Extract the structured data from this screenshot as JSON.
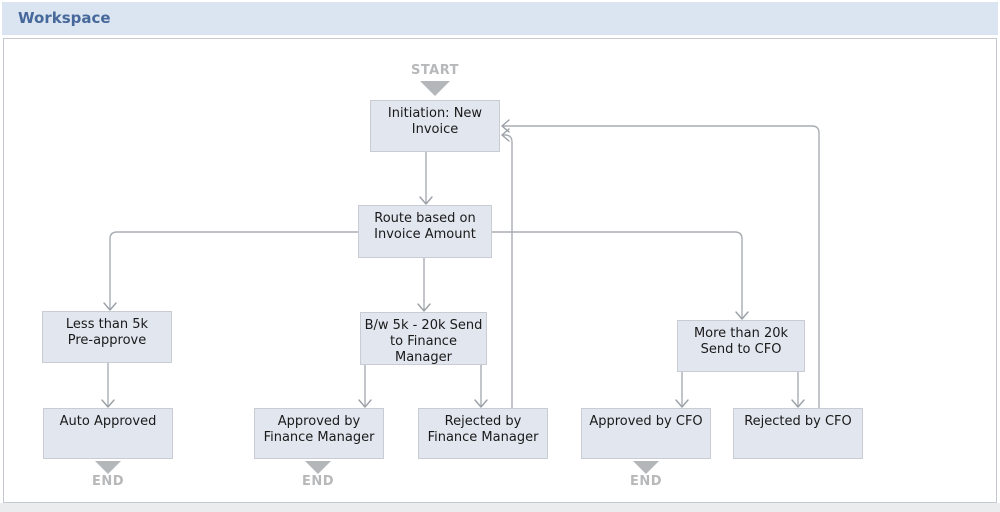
{
  "header": {
    "title": "Workspace"
  },
  "flow": {
    "start_label": "START",
    "end_label": "END",
    "nodes": {
      "initiation": {
        "label": "Initiation: New\nInvoice"
      },
      "route": {
        "label": "Route based on\nInvoice Amount"
      },
      "less_than_5k": {
        "label": "Less than 5k\nPre-approve"
      },
      "between_5k_20k": {
        "label": "B/w 5k - 20k Send\nto Finance\nManager"
      },
      "more_than_20k": {
        "label": "More than 20k\nSend to CFO"
      },
      "auto_approved": {
        "label": "Auto Approved"
      },
      "approved_fm": {
        "label": "Approved by\nFinance Manager"
      },
      "rejected_fm": {
        "label": "Rejected by\nFinance Manager"
      },
      "approved_cfo": {
        "label": "Approved by CFO"
      },
      "rejected_cfo": {
        "label": "Rejected by CFO"
      }
    },
    "edges": [
      {
        "from": "start",
        "to": "initiation"
      },
      {
        "from": "initiation",
        "to": "route"
      },
      {
        "from": "route",
        "to": "less_than_5k"
      },
      {
        "from": "route",
        "to": "between_5k_20k"
      },
      {
        "from": "route",
        "to": "more_than_20k"
      },
      {
        "from": "less_than_5k",
        "to": "auto_approved"
      },
      {
        "from": "between_5k_20k",
        "to": "approved_fm"
      },
      {
        "from": "between_5k_20k",
        "to": "rejected_fm"
      },
      {
        "from": "more_than_20k",
        "to": "approved_cfo"
      },
      {
        "from": "more_than_20k",
        "to": "rejected_cfo"
      },
      {
        "from": "rejected_fm",
        "to": "initiation"
      },
      {
        "from": "rejected_cfo",
        "to": "initiation"
      },
      {
        "from": "auto_approved",
        "to": "end"
      },
      {
        "from": "approved_fm",
        "to": "end"
      },
      {
        "from": "approved_cfo",
        "to": "end"
      }
    ],
    "colors": {
      "node_fill": "#e1e6ef",
      "node_border": "#c9ccd2",
      "connector": "#a9adb3",
      "terminal_marker": "#b4b7ba",
      "header_bg": "#dbe4f1",
      "header_text": "#47689a"
    }
  }
}
